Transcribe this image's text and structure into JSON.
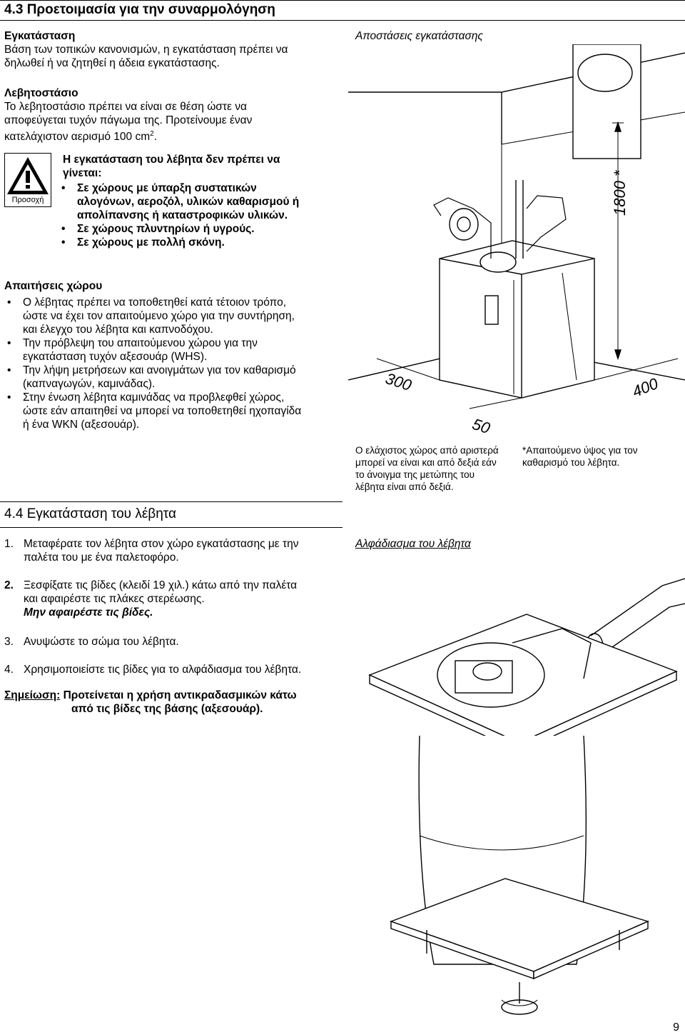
{
  "header": {
    "title": "4.3   Προετοιμασία για την συναρμολόγηση"
  },
  "installation": {
    "heading": "Εγκατάσταση",
    "lines": [
      "Βάση των τοπικών κανονισμών, η εγκατάσταση πρέπει να",
      "δηλωθεί ή να ζητηθεί η άδεια εγκατάστασης."
    ]
  },
  "boiler_room": {
    "heading": "Λεβητοστάσιο",
    "lines": [
      "Το λεβητοστάσιο πρέπει να είναι σε θέση ώστε να",
      "αποφεύγεται τυχόν πάγωμα της. Προτείνουμε έναν"
    ],
    "last_line": "κατελάχιστον αερισμό 100 cm",
    "sup": "2",
    "period": "."
  },
  "warning": {
    "icon_label": "Προσοχή",
    "title_lines": [
      "Η εγκατάσταση του λέβητα δεν πρέπει να",
      "γίνεται:"
    ],
    "items": [
      [
        "Σε χώρους με ύπαρξη συστατικών",
        "αλογόνων, αεροζόλ, υλικών καθαρισμού ή",
        "απολίπανσης ή καταστροφικών υλικών."
      ],
      [
        "Σε χώρους πλυντηρίων ή υγρούς."
      ],
      [
        "Σε χώρους με πολλή σκόνη."
      ]
    ]
  },
  "space": {
    "heading": "Απαιτήσεις χώρου",
    "items": [
      [
        "Ο λέβητας πρέπει να τοποθετηθεί κατά τέτοιον τρόπο,",
        "ώστε να έχει τον απαιτούμενο χώρο για την συντήρηση,",
        "και έλεγχο του λέβητα και καπνοδόχου."
      ],
      [
        "Την πρόβλεψη του απαιτούμενου χώρου για την",
        "εγκατάσταση τυχόν αξεσουάρ (WHS)."
      ],
      [
        "Την λήψη μετρήσεων και ανοιγμάτων για τον καθαρισμό",
        "(καπναγωγών, καμινάδας)."
      ],
      [
        "Στην ένωση λέβητα καμινάδας να προβλεφθεί χώρος,",
        "ώστε εάν απαιτηθεί να μπορεί να τοποθετηθεί ηχοπαγίδα",
        "ή ένα WKN (αξεσουάρ)."
      ]
    ]
  },
  "clearance_figure": {
    "caption": "Αποστάσεις εγκατάστασης",
    "dim_height": "1800 *",
    "dim_left": "300",
    "dim_right": "400",
    "dim_front": "50",
    "note_left": [
      "Ο ελάχιστος χώρος από αριστερά",
      "μπορεί να είναι και από δεξιά εάν",
      "το άνοιγμα της μετώπης του",
      "λέβητα είναι από δεξιά."
    ],
    "note_right": [
      "*Απαιτούμενο ύψος για τον",
      "καθαρισμό του λέβητα."
    ]
  },
  "section44": {
    "title": "4.4   Εγκατάσταση του λέβητα"
  },
  "steps": {
    "s1": {
      "num": "1.",
      "lines": [
        "Μεταφέρατε τον λέβητα στον χώρο εγκατάστασης με την",
        "παλέτα του με ένα παλετοφόρο."
      ]
    },
    "s2": {
      "num": "2.",
      "lines": [
        "Ξεσφίξατε τις βίδες (κλειδί 19 χιλ.) κάτω από την παλέτα",
        "και αφαιρέστε τις πλάκες στερέωσης."
      ],
      "emph": "Μην αφαιρέστε τις βίδες."
    },
    "s3": {
      "num": "3.",
      "text": "Ανυψώστε το σώμα του λέβητα."
    },
    "s4": {
      "num": "4.",
      "text": "Χρησιμοποιείστε τις βίδες για το αλφάδιασμα του λέβητα."
    }
  },
  "note": {
    "label": "Σημείωση:",
    "line1": "Προτείνεται η χρήση αντικραδασμικών κάτω",
    "line2": "από τις βίδες της βάσης (αξεσουάρ)."
  },
  "leveling_figure": {
    "caption": "Αλφάδιασμα του λέβητα"
  },
  "page_number": "9"
}
